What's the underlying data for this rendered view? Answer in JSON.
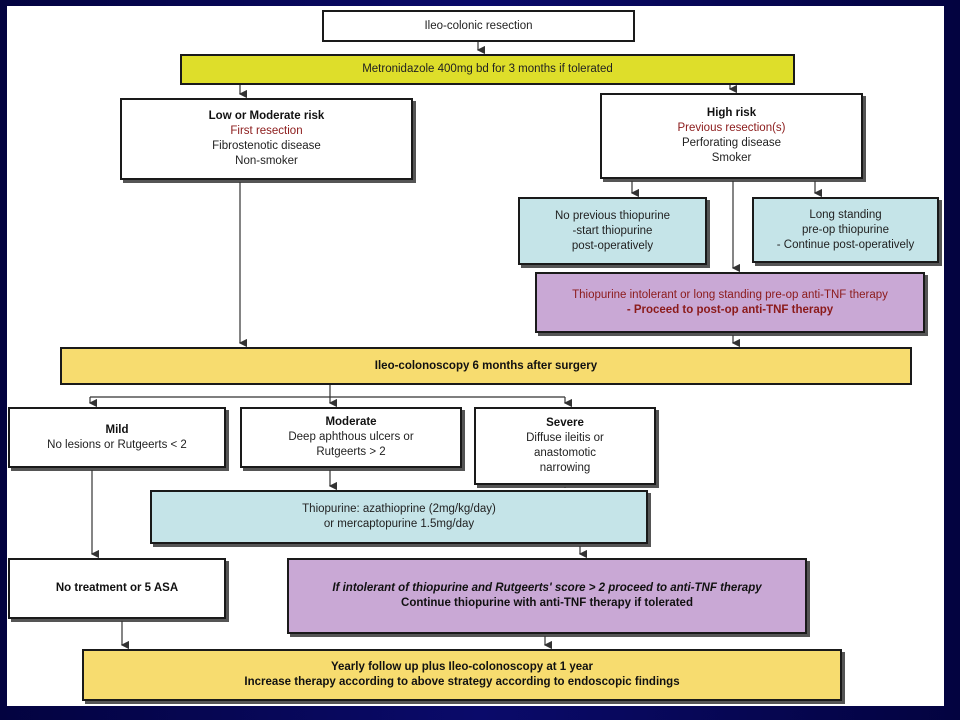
{
  "nodes": {
    "resection": {
      "lines": [
        "Ileo-colonic resection"
      ]
    },
    "metronidazole": {
      "lines": [
        "Metronidazole 400mg bd for 3 months if tolerated"
      ]
    },
    "low_risk": {
      "title": "Low or Moderate risk",
      "lines": [
        "First resection",
        "Fibrostenotic disease",
        "Non-smoker"
      ]
    },
    "high_risk": {
      "title": "High risk",
      "lines": [
        "Previous resection(s)",
        "Perforating disease",
        "Smoker"
      ]
    },
    "no_prev_thiopurine": {
      "lines": [
        "No previous thiopurine",
        "-start thiopurine",
        "post-operatively"
      ]
    },
    "long_standing": {
      "lines": [
        "Long standing",
        "pre-op thiopurine",
        "- Continue post-operatively"
      ]
    },
    "thiopurine_intolerant": {
      "lines": [
        "Thiopurine intolerant or long standing  pre-op anti-TNF therapy",
        "- Proceed to post-op  anti-TNF therapy"
      ]
    },
    "colonoscopy": {
      "lines": [
        "Ileo-colonoscopy 6  months after surgery"
      ]
    },
    "mild": {
      "title": "Mild",
      "lines": [
        "No lesions or Rutgeerts < 2"
      ]
    },
    "moderate": {
      "title": "Moderate",
      "lines": [
        "Deep aphthous ulcers or",
        "Rutgeerts > 2"
      ]
    },
    "severe": {
      "title": "Severe",
      "lines": [
        "Diffuse ileitis or",
        "anastomotic",
        "narrowing"
      ]
    },
    "thiopurine": {
      "lines": [
        "Thiopurine: azathioprine (2mg/kg/day)",
        "or mercaptopurine 1.5mg/day"
      ]
    },
    "no_treatment": {
      "lines": [
        "No treatment  or 5 ASA"
      ]
    },
    "anti_tnf": {
      "lines": [
        "If intolerant of thiopurine and Rutgeerts' score > 2 proceed to anti-TNF therapy",
        "Continue thiopurine with anti-TNF therapy if tolerated"
      ]
    },
    "yearly": {
      "lines": [
        "Yearly follow up plus Ileo-colonoscopy  at 1 year",
        "Increase therapy  according to above strategy  according to endoscopic findings"
      ]
    }
  },
  "colors": {
    "yellow": "#dede2a",
    "orange": "#f7dc6f",
    "teal": "#c5e4e8",
    "purple": "#c9a8d5",
    "background": "#0a0a5a"
  }
}
